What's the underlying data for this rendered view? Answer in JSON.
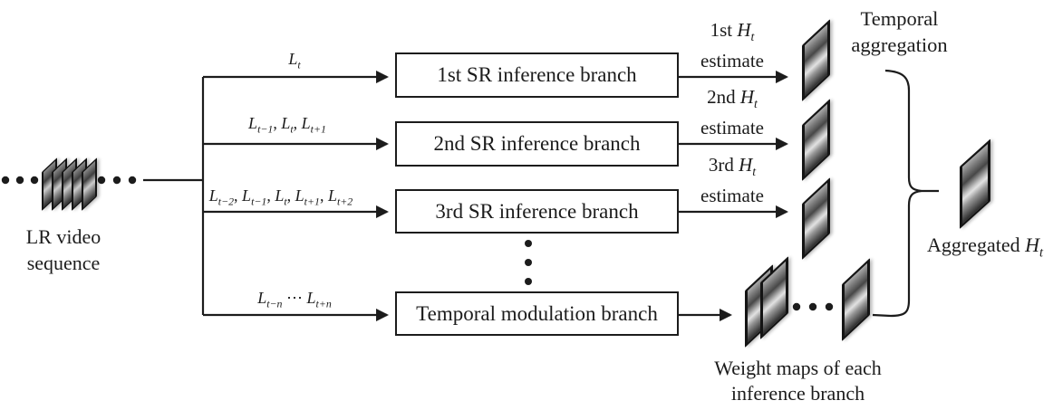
{
  "figure": {
    "lr_sequence": {
      "line1": "LR video",
      "line2": "sequence"
    },
    "input_labels": [
      "L_t",
      "L_{t−1}, L_t, L_{t+1}",
      "L_{t−2}, L_{t−1}, L_t, L_{t+1}, L_{t+2}",
      "L_{t−n} ⋯ L_{t+n}"
    ],
    "branches": [
      "1st SR inference branch",
      "2nd SR inference branch",
      "3rd SR inference branch",
      "Temporal modulation branch"
    ],
    "estimates": [
      {
        "line1": "1st H_t",
        "line2": "estimate"
      },
      {
        "line1": "2nd H_t",
        "line2": "estimate"
      },
      {
        "line1": "3rd H_t",
        "line2": "estimate"
      }
    ],
    "temporal_aggregation": {
      "line1": "Temporal",
      "line2": "aggregation"
    },
    "weight_maps": {
      "line1": "Weight maps of each",
      "line2": "inference branch"
    },
    "aggregated_label": "Aggregated H_t",
    "colors": {
      "line": "#1c1c1c",
      "background": "#ffffff",
      "frame_border": "#141414"
    }
  }
}
